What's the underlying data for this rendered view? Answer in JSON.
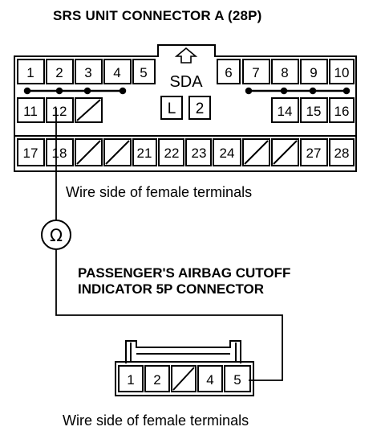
{
  "connector_a": {
    "title": "SRS UNIT CONNECTOR A (28P)",
    "top_row": [
      "1",
      "2",
      "3",
      "4",
      "5",
      "6",
      "7",
      "8",
      "9",
      "10"
    ],
    "mid_row": [
      "11",
      "12",
      "14",
      "15",
      "16"
    ],
    "bottom_row": [
      "17",
      "18",
      "21",
      "22",
      "23",
      "24",
      "27",
      "28"
    ],
    "center_label": "SDA",
    "center_boxes": [
      "L",
      "2"
    ],
    "caption": "Wire side of female terminals"
  },
  "meter": {
    "symbol": "Ω"
  },
  "connector_b": {
    "title_line1": "PASSENGER'S AIRBAG CUTOFF",
    "title_line2": "INDICATOR 5P CONNECTOR",
    "pins": [
      "1",
      "2",
      "4",
      "5"
    ],
    "caption": "Wire side of female terminals"
  }
}
